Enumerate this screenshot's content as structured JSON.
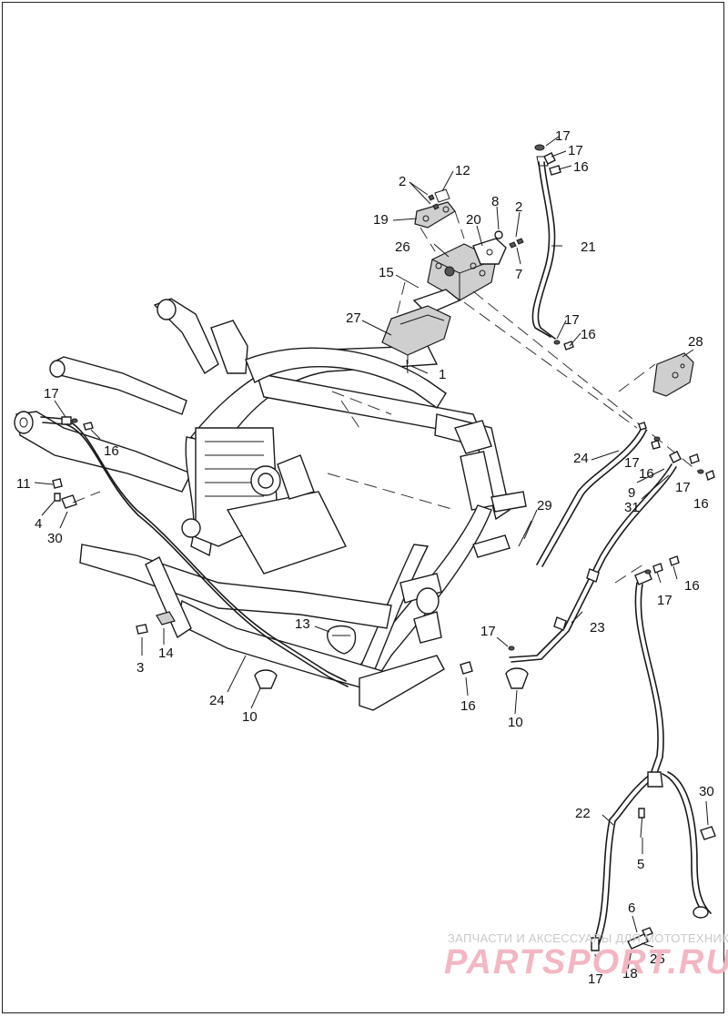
{
  "callouts": [
    {
      "id": "c17a",
      "text": "17"
    },
    {
      "id": "c17b",
      "text": "17"
    },
    {
      "id": "c16a",
      "text": "16"
    },
    {
      "id": "c12",
      "text": "12"
    },
    {
      "id": "c2a",
      "text": "2"
    },
    {
      "id": "c19",
      "text": "19"
    },
    {
      "id": "c8",
      "text": "8"
    },
    {
      "id": "c2b",
      "text": "2"
    },
    {
      "id": "c20",
      "text": "20"
    },
    {
      "id": "c21",
      "text": "21"
    },
    {
      "id": "c7",
      "text": "7"
    },
    {
      "id": "c26",
      "text": "26"
    },
    {
      "id": "c15",
      "text": "15"
    },
    {
      "id": "c27",
      "text": "27"
    },
    {
      "id": "c17c",
      "text": "17"
    },
    {
      "id": "c16b",
      "text": "16"
    },
    {
      "id": "c28",
      "text": "28"
    },
    {
      "id": "c1",
      "text": "1"
    },
    {
      "id": "c17d",
      "text": "17"
    },
    {
      "id": "c16c",
      "text": "16"
    },
    {
      "id": "c24a",
      "text": "24"
    },
    {
      "id": "c17e",
      "text": "17"
    },
    {
      "id": "c16d",
      "text": "16"
    },
    {
      "id": "c9",
      "text": "9"
    },
    {
      "id": "c31",
      "text": "31"
    },
    {
      "id": "c17f",
      "text": "17"
    },
    {
      "id": "c16e",
      "text": "16"
    },
    {
      "id": "c11",
      "text": "11"
    },
    {
      "id": "c4",
      "text": "4"
    },
    {
      "id": "c30a",
      "text": "30"
    },
    {
      "id": "c29",
      "text": "29"
    },
    {
      "id": "c16f",
      "text": "16"
    },
    {
      "id": "c17g",
      "text": "17"
    },
    {
      "id": "c13",
      "text": "13"
    },
    {
      "id": "c23",
      "text": "23"
    },
    {
      "id": "c17h",
      "text": "17"
    },
    {
      "id": "c3",
      "text": "3"
    },
    {
      "id": "c14",
      "text": "14"
    },
    {
      "id": "c24b",
      "text": "24"
    },
    {
      "id": "c10a",
      "text": "10"
    },
    {
      "id": "c16g",
      "text": "16"
    },
    {
      "id": "c10b",
      "text": "10"
    },
    {
      "id": "c30b",
      "text": "30"
    },
    {
      "id": "c22",
      "text": "22"
    },
    {
      "id": "c5",
      "text": "5"
    },
    {
      "id": "c6",
      "text": "6"
    },
    {
      "id": "c25",
      "text": "25"
    },
    {
      "id": "c17i",
      "text": "17"
    },
    {
      "id": "c18",
      "text": "18"
    }
  ],
  "watermark": {
    "line1": "ЗАПЧАСТИ И АКСЕССУАРЫ ДЛЯ МОТОТЕХНИКИ",
    "line2": "PARTSPORT.RU"
  }
}
